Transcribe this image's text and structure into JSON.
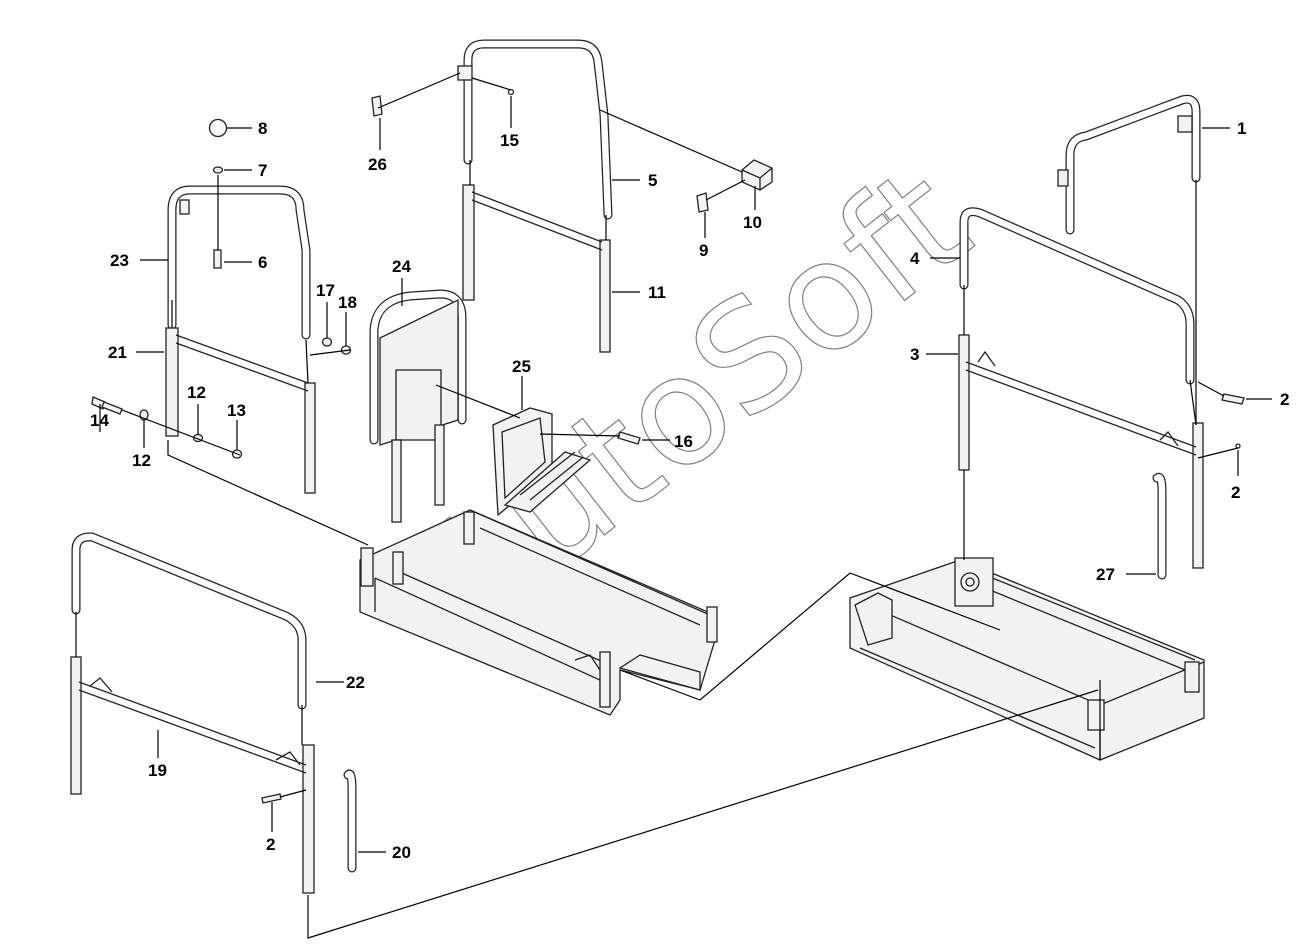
{
  "watermark": "AutoSoft",
  "callouts": [
    "1",
    "2",
    "3",
    "4",
    "5",
    "6",
    "7",
    "8",
    "9",
    "10",
    "11",
    "12",
    "13",
    "14",
    "15",
    "16",
    "17",
    "18",
    "19",
    "20",
    "21",
    "22",
    "23",
    "24",
    "25",
    "26",
    "27"
  ],
  "duplicate_callouts": [
    "2",
    "2",
    "12"
  ]
}
